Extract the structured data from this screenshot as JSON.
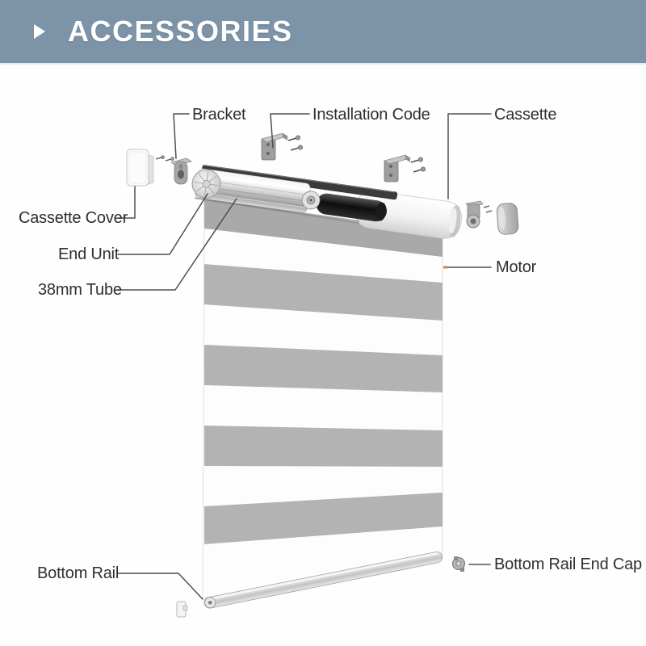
{
  "header": {
    "title": "ACCESSORIES",
    "icon": "play-triangle",
    "bg_color": "#7d94a8",
    "text_color": "#ffffff"
  },
  "diagram": {
    "labels": {
      "bracket": "Bracket",
      "installation_code": "Installation Code",
      "cassette": "Cassette",
      "cassette_cover": "Cassette Cover",
      "end_unit": "End Unit",
      "tube_38mm": "38mm Tube",
      "motor": "Motor",
      "bottom_rail": "Bottom Rail",
      "bottom_rail_end_cap": "Bottom Rail End Cap"
    },
    "colors": {
      "stripe_gray": "#b3b3b3",
      "stripe_white": "#fdfdfd",
      "leader_line": "#4f4f4f",
      "label_text": "#2f2f2f",
      "motor_marker": "#c8854a"
    }
  }
}
